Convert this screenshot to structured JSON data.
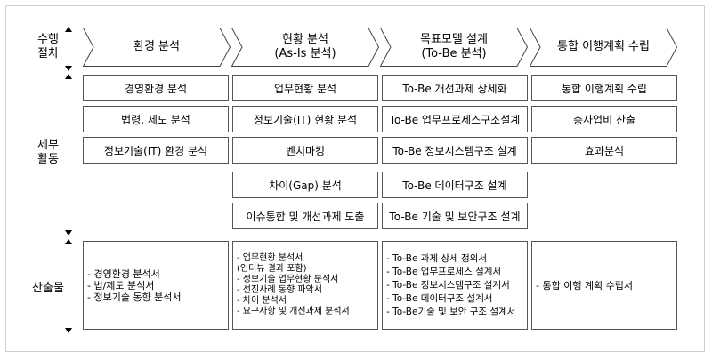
{
  "row_labels": {
    "process": "수행\n절차",
    "activities": "세부\n활동",
    "outputs": "산출물"
  },
  "stages": [
    {
      "title": "환경 분석"
    },
    {
      "title": "현황 분석\n(As-Is 분석)"
    },
    {
      "title": "목표모델 설계\n(To-Be 분석)"
    },
    {
      "title": "통합 이행계획 수립"
    }
  ],
  "activities": [
    [
      "경영환경 분석",
      "법령, 제도 분석",
      "정보기술(IT) 환경 분석"
    ],
    [
      "업무현황 분석",
      "정보기술(IT) 현황 분석",
      "벤치마킹",
      "차이(Gap) 분석",
      "이슈통합 및 개선과제 도출"
    ],
    [
      "To-Be 개선과제 상세화",
      "To-Be 업무프로세스구조설계",
      "To-Be 정보시스템구조 설계",
      "To-Be 데이터구조 설계",
      "To-Be 기술 및 보안구조 설계"
    ],
    [
      "통합 이행계획 수립",
      "총사업비 산출",
      "효과분석"
    ]
  ],
  "outputs": [
    [
      "- 경영환경 분석서",
      "- 법/제도 분석서",
      "- 정보기술 동향 분석서"
    ],
    [
      "- 업무현황 분석서",
      "  (인터뷰 결과 포함)",
      "- 정보기술 업무현황 분석서",
      "- 선진사례 동향 파악서",
      "- 차이 분석서",
      "- 요구사항 및 개선과제 분석서"
    ],
    [
      "- To-Be 과제 상세 정의서",
      "- To-Be 업무프로세스 설계서",
      "- To-Be 정보시스템구조 설계서",
      "- To-Be 데이터구조 설계서",
      "- To-Be기술 및 보안 구조 설계서"
    ],
    [
      "- 통합 이행 계획 수립서"
    ]
  ]
}
